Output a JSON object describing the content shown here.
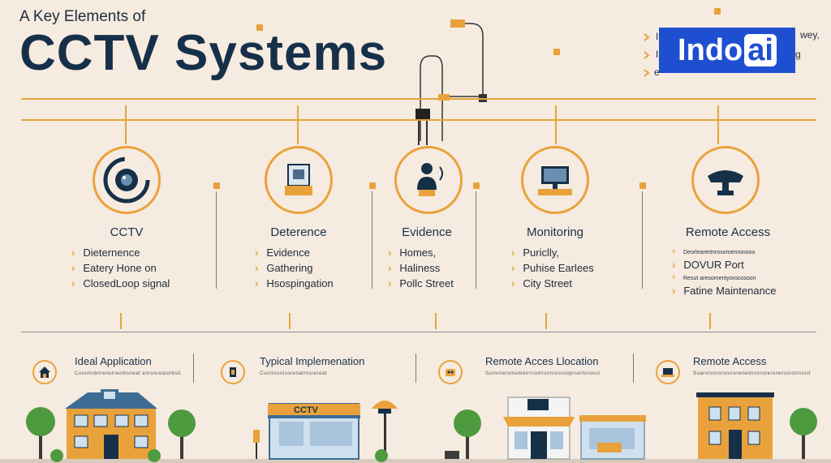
{
  "header": {
    "subtitle": "A Key Elements of",
    "title": "CCTV Systems"
  },
  "logo": {
    "part1": "Indo",
    "part2": "ai"
  },
  "corner_fragments": [
    "I",
    "wey,",
    "I",
    "g",
    "e"
  ],
  "features": [
    {
      "title": "CCTV",
      "icon": "camera-lens-icon",
      "bullets": [
        "Dieternence",
        "Eatery Hone on",
        "ClosedLoop signal"
      ]
    },
    {
      "title": "Deterence",
      "icon": "monitor-desk-icon",
      "bullets": [
        "Evidence",
        "Gathering",
        "Hsospingation"
      ]
    },
    {
      "title": "Evidence",
      "icon": "person-signal-icon",
      "bullets": [
        "Homes,",
        "Haliness",
        "Pollc Street"
      ]
    },
    {
      "title": "Monitoring",
      "icon": "computer-monitor-icon",
      "bullets": [
        "Puriclly,",
        "Puhise Earlees",
        "City Street"
      ]
    },
    {
      "title": "Remote Access",
      "icon": "dome-camera-icon",
      "bullets": [
        "Deorlearertnrosoroenronooo",
        "DOVUR Port",
        "Resut aresomentyorocosoon",
        "Fatine Maintenance"
      ]
    }
  ],
  "bottom": [
    {
      "title": "Ideal Application",
      "icon": "house-icon",
      "sub": "Curomnbnrenutreomsiteat enrunreatorbsit"
    },
    {
      "title": "Typical Implemenation",
      "icon": "device-icon",
      "sub": "Curimruotsorenatrnsrereat"
    },
    {
      "title": "Remote Acces Llocation",
      "icon": "controller-icon",
      "sub": "Surnrneromumetrrcomrsnnrosruoprsertoroost"
    },
    {
      "title": "Remote Access",
      "icon": "laptop-icon",
      "sub": "Suarnrsnrorsrorerenemrsnrorerorenssrotrossit"
    }
  ],
  "store_sign": "CCTV",
  "colors": {
    "background": "#f6ebe0",
    "accent": "#e9a23b",
    "navy": "#17304a",
    "logo_blue": "#1f4fd1"
  }
}
